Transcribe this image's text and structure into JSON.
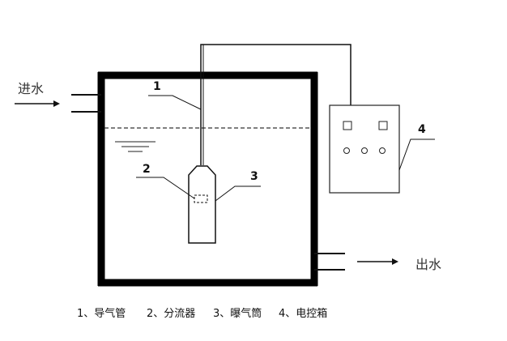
{
  "labels": {
    "inlet": "进水",
    "outlet": "出水",
    "callout_1": "1",
    "callout_2": "2",
    "callout_3": "3",
    "callout_4": "4"
  },
  "legend": [
    "1、导气管",
    "2、分流器",
    "3、曝气筒",
    "4、电控箱"
  ],
  "colors": {
    "stroke": "#111111",
    "tank_wall": "#000000",
    "water_line": "#333333",
    "background": "#ffffff"
  }
}
